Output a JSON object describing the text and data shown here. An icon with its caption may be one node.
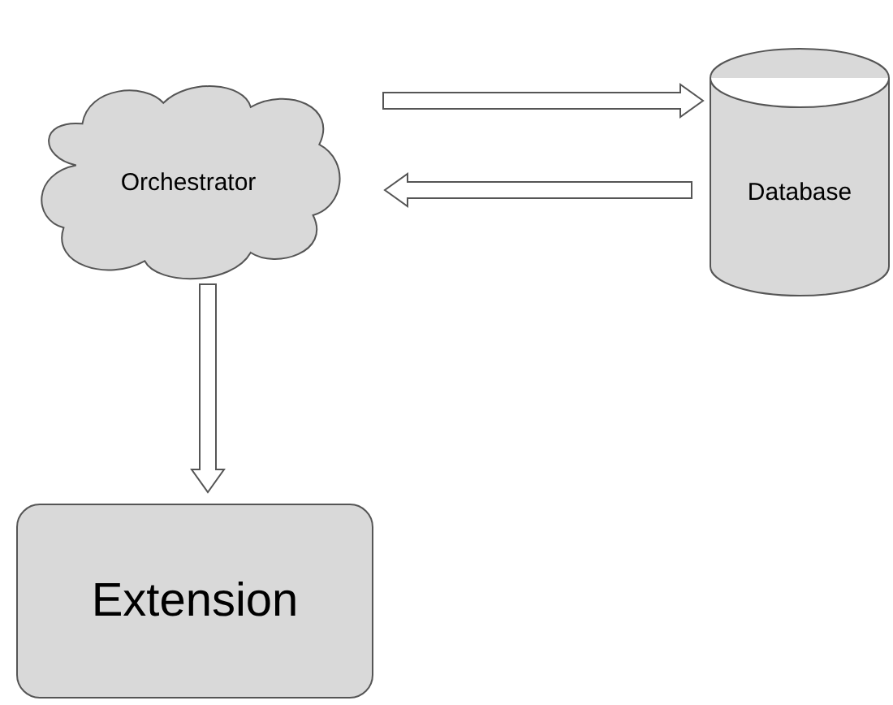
{
  "diagram": {
    "nodes": [
      {
        "text": [
          "Orchestrator"
        ]
      },
      {
        "text": [
          "Database"
        ]
      },
      {
        "text": [
          "Extension"
        ]
      }
    ],
    "edges": [
      {
        "from": 0,
        "to": 1,
        "arrow": "to"
      },
      {
        "from": 1,
        "to": 0,
        "arrow": "to"
      },
      {
        "from": 0,
        "to": 2,
        "arrow": "to"
      }
    ]
  }
}
